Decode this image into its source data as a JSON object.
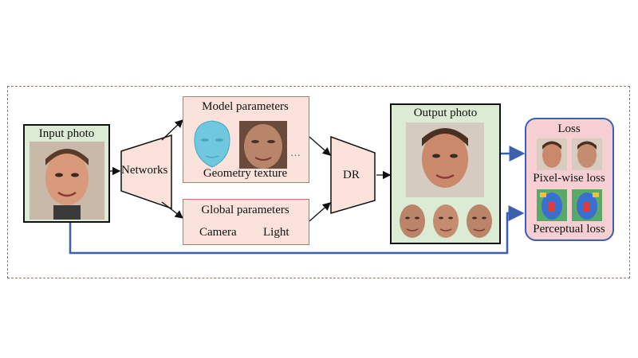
{
  "input": {
    "title": "Input photo"
  },
  "networks": {
    "label": "Networks"
  },
  "model_params": {
    "title": "Model parameters",
    "subtitle": "Geometry texture",
    "ellipsis": "…"
  },
  "global_params": {
    "title": "Global parameters",
    "camera": "Camera",
    "light": "Light"
  },
  "dr": {
    "label": "DR"
  },
  "output": {
    "title": "Output photo"
  },
  "loss": {
    "title": "Loss",
    "pixel": "Pixel-wise loss",
    "perceptual": "Perceptual loss"
  },
  "colors": {
    "arrow_blue": "#3d5fb0",
    "green_bg": "#dcebd3",
    "pink_bg": "#fbe3dc",
    "loss_bg": "#f5cfd2"
  }
}
